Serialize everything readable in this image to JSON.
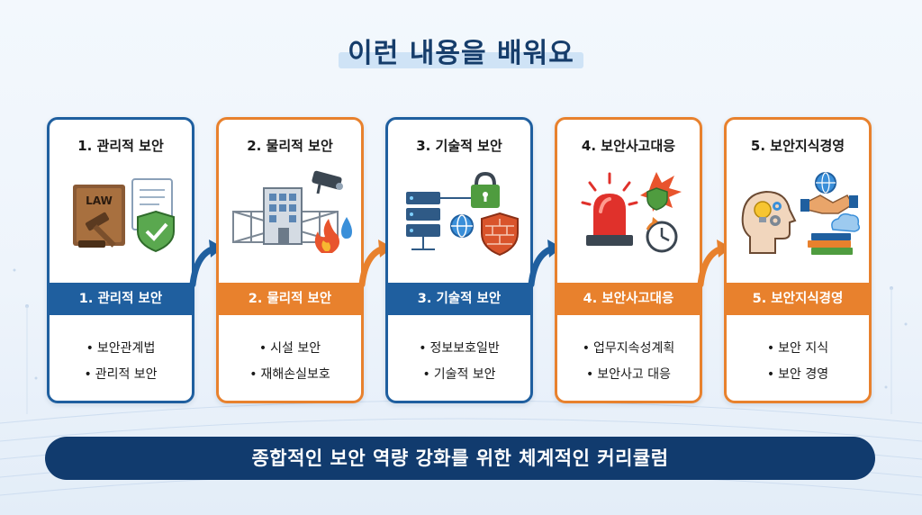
{
  "title": "이런 내용을 배워요",
  "modules": [
    {
      "title": "1. 관리적 보안",
      "band": "1. 관리적 보안",
      "items": [
        "보안관계법",
        "관리적 보안"
      ],
      "color": "#1f5f9f",
      "icons": [
        "law-book-icon",
        "gavel-icon",
        "document-icon",
        "shield-check-icon"
      ],
      "illus_text": "LAW"
    },
    {
      "title": "2. 물리적 보안",
      "band": "2. 물리적 보안",
      "items": [
        "시설 보안",
        "재해손실보호"
      ],
      "color": "#e8812d",
      "icons": [
        "building-icon",
        "fence-icon",
        "cctv-camera-icon",
        "fire-icon",
        "water-drop-icon"
      ]
    },
    {
      "title": "3. 기술적 보안",
      "band": "3. 기술적 보안",
      "items": [
        "정보보호일반",
        "기술적 보안"
      ],
      "color": "#1f5f9f",
      "icons": [
        "server-icon",
        "padlock-chip-icon",
        "globe-icon",
        "firewall-shield-icon"
      ]
    },
    {
      "title": "4. 보안사고대응",
      "band": "4. 보안사고대응",
      "items": [
        "업무지속성계획",
        "보안사고 대응"
      ],
      "color": "#e8812d",
      "icons": [
        "siren-icon",
        "explosion-shield-icon",
        "clock-icon"
      ]
    },
    {
      "title": "5. 보안지식경영",
      "band": "5. 보안지식경영",
      "items": [
        "보안 지식",
        "보안 경영"
      ],
      "color": "#e8812d",
      "icons": [
        "head-gears-icon",
        "lightbulb-icon",
        "handshake-globe-icon",
        "books-cloud-icon"
      ]
    }
  ],
  "bullet": "•",
  "footer": "종합적인 보안 역량 강화를 위한 체계적인 커리큘럼"
}
